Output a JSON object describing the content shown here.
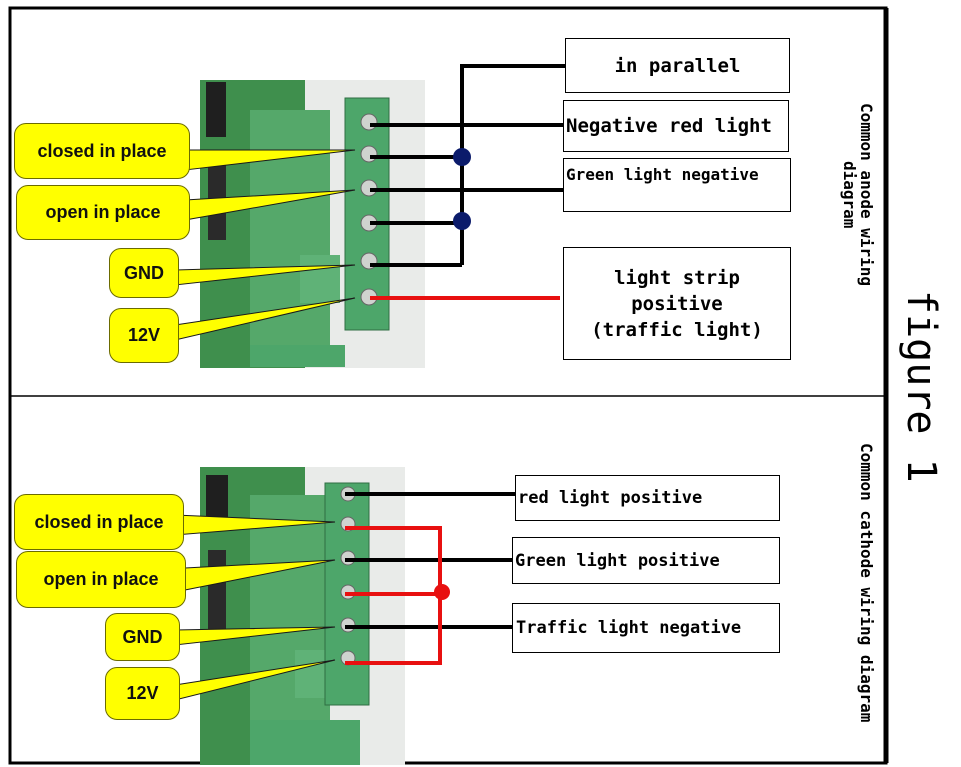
{
  "figure_label": "figure 1",
  "top_panel": {
    "title": "Common anode wiring diagram",
    "callouts": [
      "closed in place",
      "open in place",
      "GND",
      "12V"
    ],
    "labels": {
      "parallel": "in parallel",
      "neg_red": "Negative red light",
      "green_neg": "Green light negative",
      "strip_line1": "light strip",
      "strip_line2": "positive",
      "strip_line3": "(traffic light)"
    }
  },
  "bottom_panel": {
    "title": "Common cathode wiring diagram",
    "callouts": [
      "closed in place",
      "open in place",
      "GND",
      "12V"
    ],
    "labels": {
      "red_pos": "red light positive",
      "green_pos": "Green light positive",
      "traffic_neg": "Traffic light negative"
    }
  },
  "colors": {
    "callout_fill": "#ffff00",
    "pcb_green": "#3d8a4a",
    "terminal_green": "#4aa36a",
    "wire_black": "#000000",
    "wire_red": "#e81010",
    "junction_blue": "#0b1b6b",
    "junction_red": "#e81010"
  }
}
